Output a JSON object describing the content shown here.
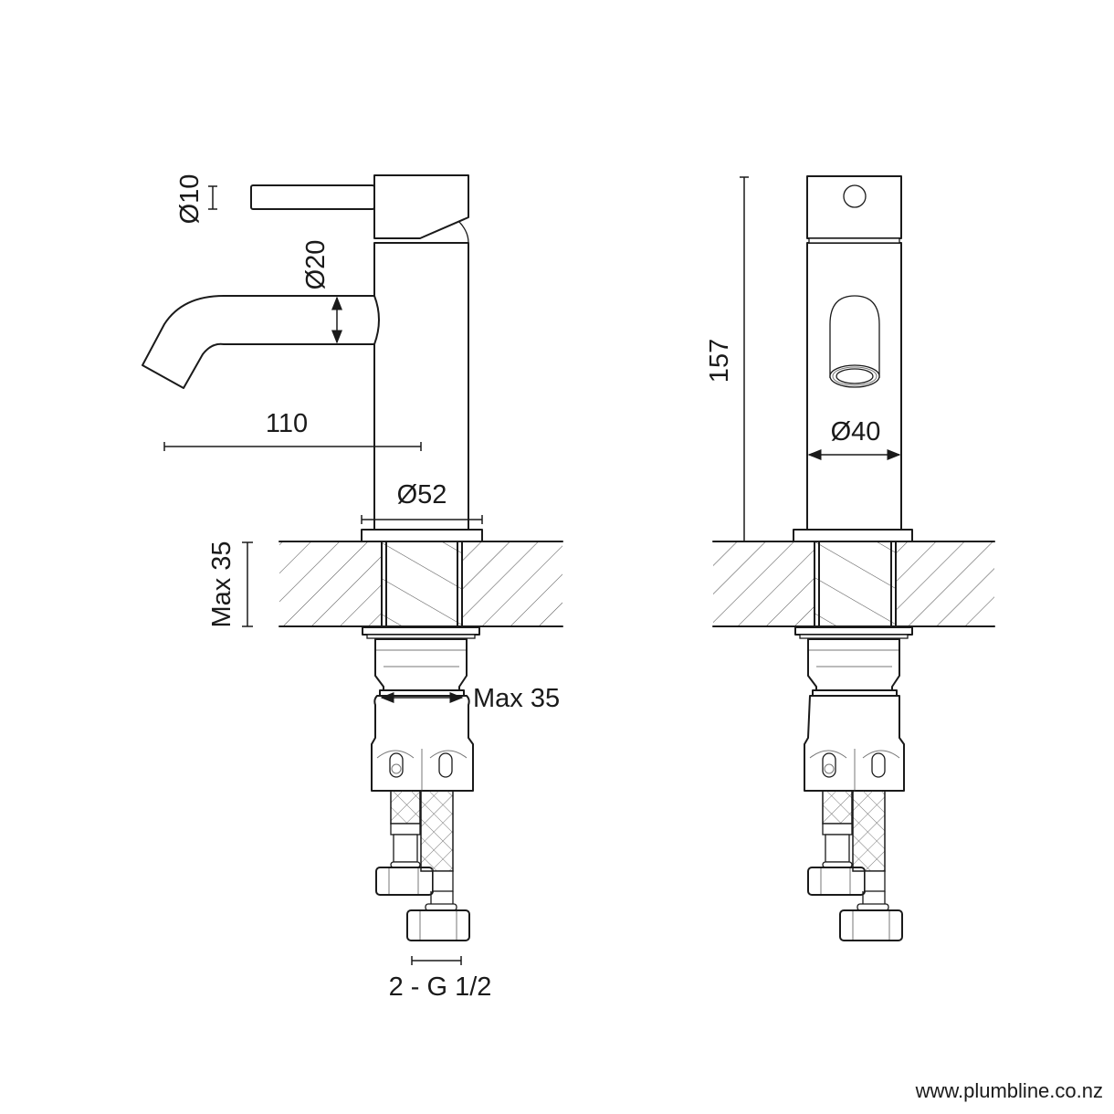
{
  "diagram": {
    "type": "technical-drawing",
    "subject": "basin mixer tap - side and front elevations",
    "views": [
      {
        "name": "side-view",
        "dimensions": {
          "lever_diameter": "Ø10",
          "spout_diameter": "Ø20",
          "spout_reach": "110",
          "base_diameter": "Ø52",
          "max_bench_thickness": "Max 35",
          "max_hole_diameter": "Max 35",
          "connections": "2 - G 1/2"
        }
      },
      {
        "name": "front-view",
        "dimensions": {
          "height": "157",
          "body_diameter": "Ø40"
        }
      }
    ]
  },
  "footer": {
    "url": "www.plumbline.co.nz"
  },
  "colors": {
    "line": "#1a1a1a",
    "background": "#ffffff",
    "hatch": "#555555"
  }
}
